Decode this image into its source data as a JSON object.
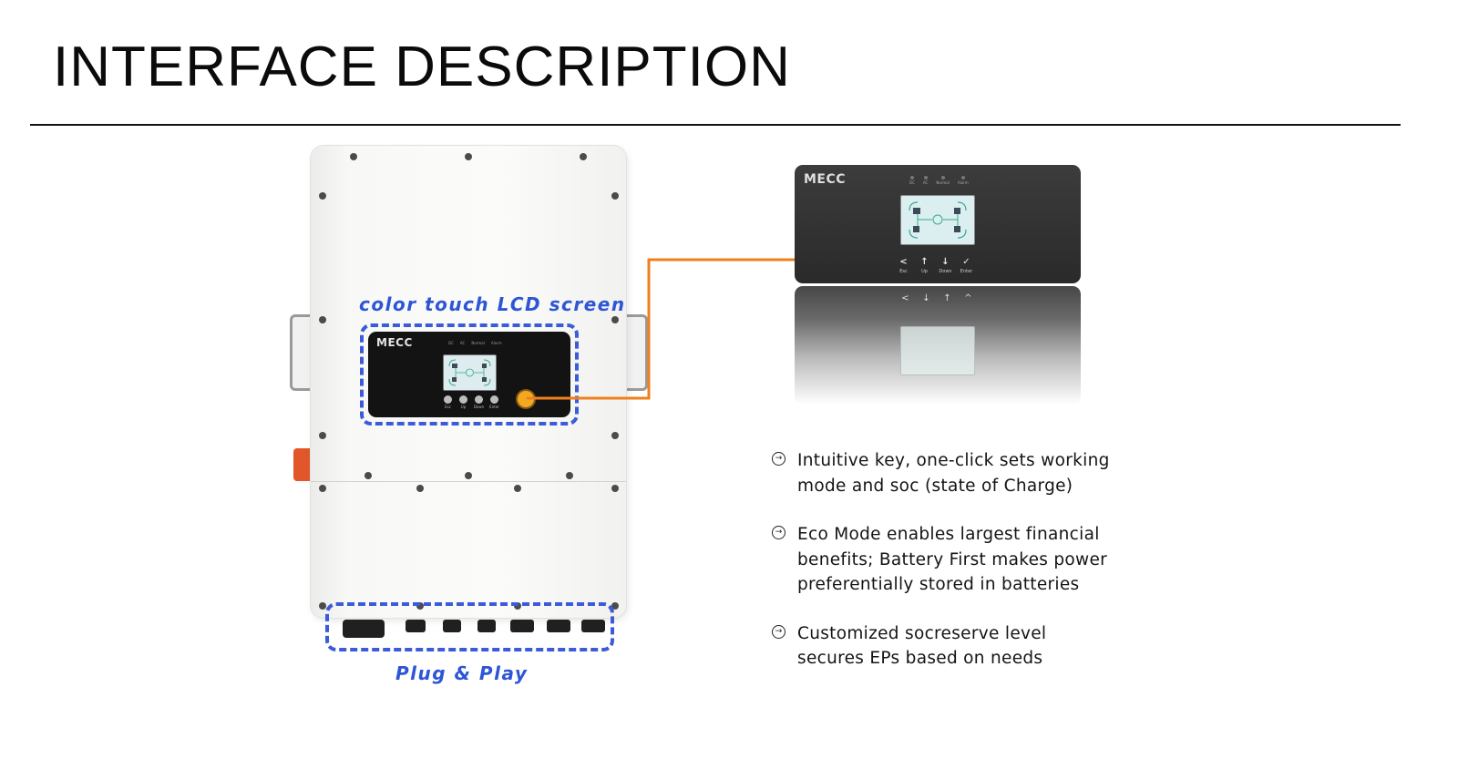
{
  "page": {
    "title": "INTERFACE DESCRIPTION"
  },
  "inverter": {
    "screen_label": "color touch LCD screen",
    "ports_label": "Plug & Play",
    "panel_logo": "MECC",
    "led_labels": [
      "DC",
      "AC",
      "Normal",
      "Alarm"
    ],
    "key_labels": [
      "Esc",
      "Up",
      "Down",
      "Enter"
    ]
  },
  "zoom_panel": {
    "logo": "MECC",
    "led_labels": [
      "DC",
      "AC",
      "Normal",
      "Alarm"
    ],
    "keys": [
      {
        "glyph": "<",
        "label": "Esc"
      },
      {
        "glyph": "↑",
        "label": "Up"
      },
      {
        "glyph": "↓",
        "label": "Down"
      },
      {
        "glyph": "✓",
        "label": "Enter"
      }
    ]
  },
  "features": [
    "Intuitive key, one-click sets working\nmode and soc (state of Charge)",
    "Eco Mode enables largest financial\nbenefits; Battery First makes power\npreferentially stored in batteries",
    "Customized socreserve level\nsecures EPs based on needs"
  ],
  "icons": {
    "bullet": "arrow-circle-icon",
    "lcd": "energy-flow-diagram-icon"
  },
  "colors": {
    "accent_blue": "#3b5bdb",
    "callout_orange": "#f07f1e",
    "knob_yellow": "#f2a821",
    "switch_orange": "#e1572a"
  }
}
